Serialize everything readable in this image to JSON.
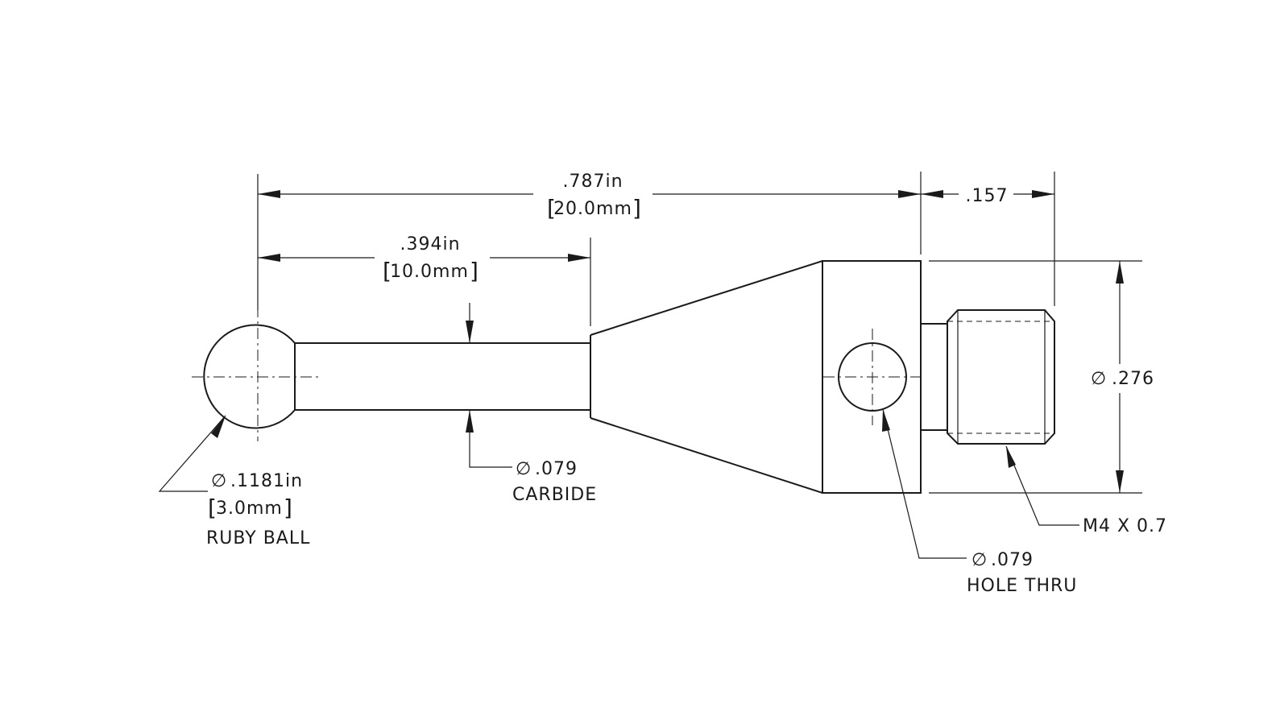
{
  "dimensions": {
    "overall_length": {
      "inch": ".787in",
      "mm": "20.0mm"
    },
    "ball_to_taper": {
      "inch": ".394in",
      "mm": "10.0mm"
    },
    "thread_length": ".157",
    "body_diameter": ".276"
  },
  "callouts": {
    "ball": {
      "size": ".1181in",
      "mm": "3.0mm",
      "note": "RUBY BALL"
    },
    "stem": {
      "size": ".079",
      "note": "CARBIDE"
    },
    "hole": {
      "size": ".079",
      "note": "HOLE THRU"
    },
    "thread": {
      "note": "M4 X 0.7"
    }
  },
  "symbols": {
    "diameter": "∅",
    "bracket_open": "[",
    "bracket_close": "]"
  }
}
